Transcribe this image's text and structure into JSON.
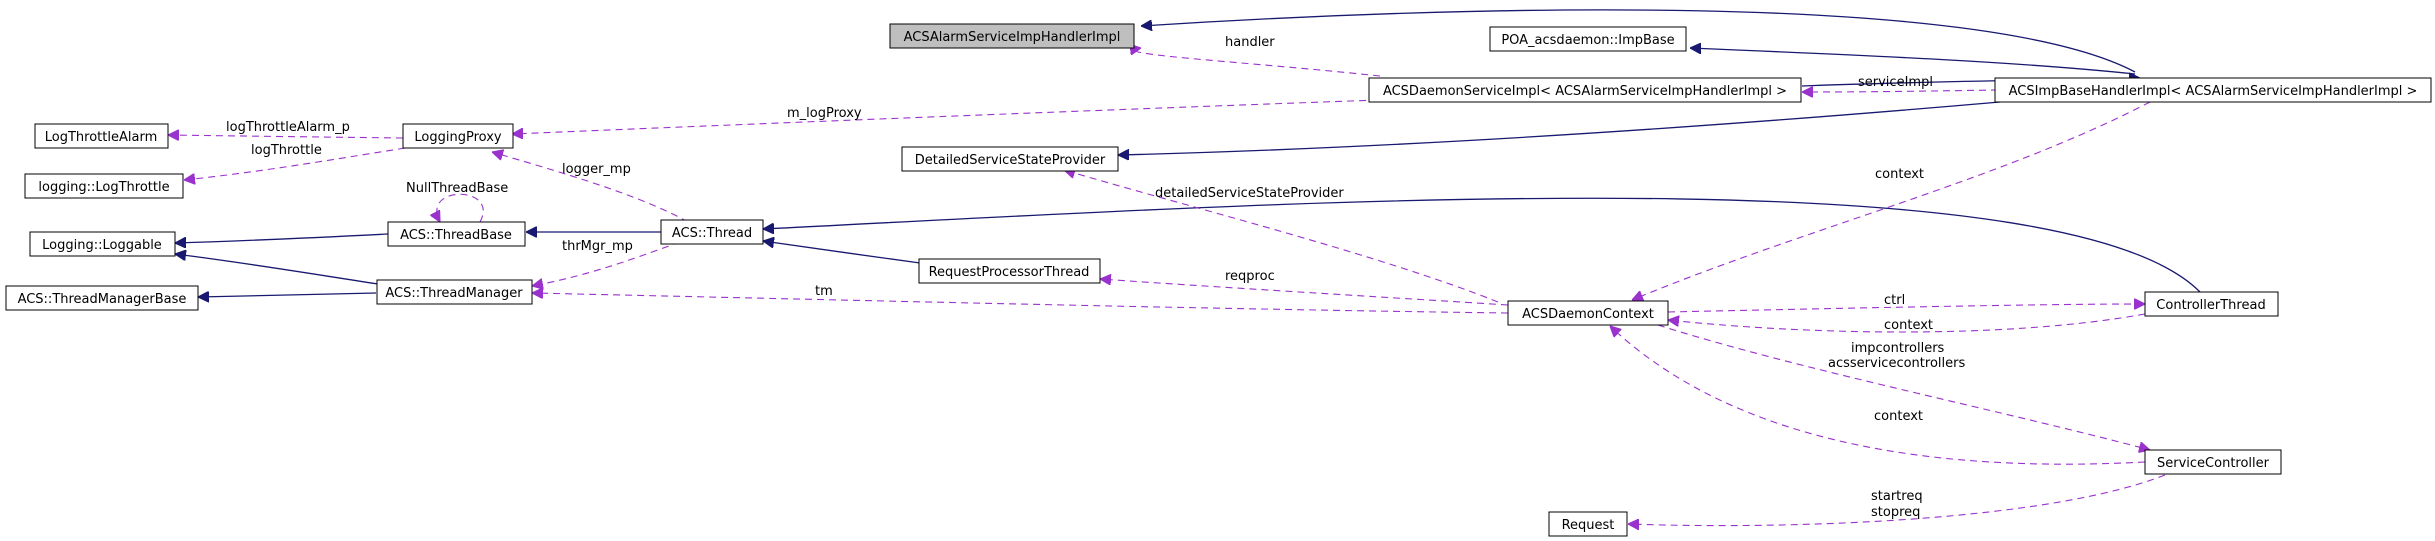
{
  "nodes": {
    "acs_alarm_service_imp_handler_impl": "ACSAlarmServiceImpHandlerImpl",
    "poa_acsdaemon_impbase": "POA_acsdaemon::ImpBase",
    "acs_daemon_service_impl": "ACSDaemonServiceImpl< ACSAlarmServiceImpHandlerImpl >",
    "acs_imp_base_handler_impl": "ACSImpBaseHandlerImpl< ACSAlarmServiceImpHandlerImpl >",
    "log_throttle_alarm": "LogThrottleAlarm",
    "logging_proxy": "LoggingProxy",
    "logging_log_throttle": "logging::LogThrottle",
    "detailed_service_state_provider": "DetailedServiceStateProvider",
    "logging_loggable": "Logging::Loggable",
    "acs_thread_base": "ACS::ThreadBase",
    "acs_thread": "ACS::Thread",
    "acs_thread_manager_base": "ACS::ThreadManagerBase",
    "acs_thread_manager": "ACS::ThreadManager",
    "request_processor_thread": "RequestProcessorThread",
    "acs_daemon_context": "ACSDaemonContext",
    "controller_thread": "ControllerThread",
    "service_controller": "ServiceController",
    "request": "Request"
  },
  "edge_labels": {
    "handler": "handler",
    "service_impl": "serviceImpl",
    "m_log_proxy": "m_logProxy",
    "log_throttle_alarm_p": "logThrottleAlarm_p",
    "log_throttle": "logThrottle",
    "logger_mp": "logger_mp",
    "null_thread_base": "NullThreadBase",
    "thr_mgr_mp": "thrMgr_mp",
    "detailed_service_state_provider": "detailedServiceStateProvider",
    "context_top": "context",
    "reqproc": "reqproc",
    "tm": "tm",
    "ctrl": "ctrl",
    "context_ctrl": "context",
    "impcontrollers": "impcontrollers",
    "acsservicecontrollers": "acsservicecontrollers",
    "context_sc": "context",
    "startreq": "startreq",
    "stopreq": "stopreq"
  },
  "colors": {
    "inheritance_edge": "#191970",
    "usage_edge": "#9a32cd",
    "highlighted_node_fill": "#bfbfbf"
  }
}
